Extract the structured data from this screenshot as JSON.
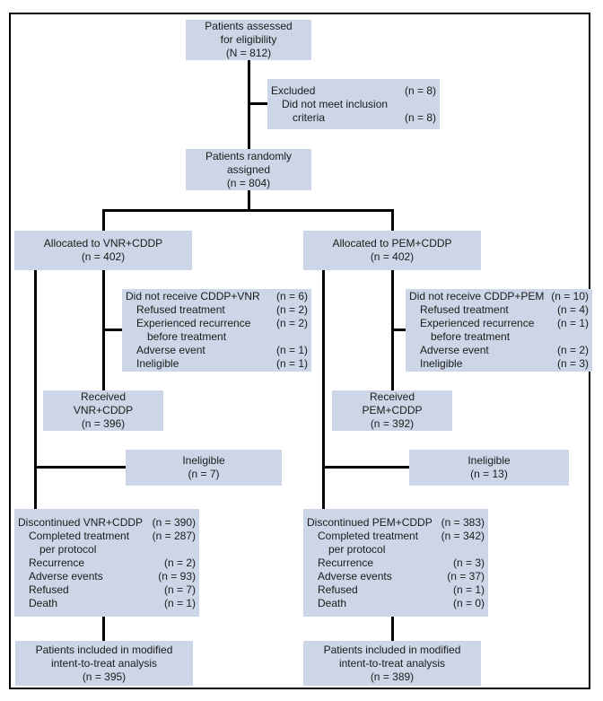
{
  "diagram": {
    "title": "CONSORT patient flow diagram",
    "box_fill": "#ccd6e6",
    "line_color": "#000000",
    "text_color": "#1b1b1b"
  },
  "boxes": {
    "assessed": {
      "lines": [
        "Patients assessed",
        "for eligibility",
        "(N = 812)"
      ]
    },
    "excluded": {
      "rows": [
        {
          "label": "Excluded",
          "count": "(n = 8)"
        },
        {
          "label": "Did not meet inclusion",
          "count": ""
        },
        {
          "label": "criteria",
          "count": "(n = 8)"
        }
      ]
    },
    "randomized": {
      "lines": [
        "Patients randomly",
        "assigned",
        "(n = 804)"
      ]
    },
    "alloc_left": {
      "lines": [
        "Allocated to VNR+CDDP",
        "(n = 402)"
      ]
    },
    "alloc_right": {
      "lines": [
        "Allocated to PEM+CDDP",
        "(n = 402)"
      ]
    },
    "notreceived_left": {
      "rows": [
        {
          "label": "Did not receive CDDP+VNR",
          "count": "(n = 6)"
        },
        {
          "label": "Refused treatment",
          "count": "(n = 2)"
        },
        {
          "label": "Experienced recurrence",
          "count": "(n = 2)"
        },
        {
          "label": "before treatment",
          "count": ""
        },
        {
          "label": "Adverse event",
          "count": "(n = 1)"
        },
        {
          "label": "Ineligible",
          "count": "(n = 1)"
        }
      ]
    },
    "notreceived_right": {
      "rows": [
        {
          "label": "Did not receive CDDP+PEM",
          "count": "(n = 10)"
        },
        {
          "label": "Refused treatment",
          "count": "(n = 4)"
        },
        {
          "label": "Experienced recurrence",
          "count": "(n = 1)"
        },
        {
          "label": "before treatment",
          "count": ""
        },
        {
          "label": "Adverse event",
          "count": "(n = 2)"
        },
        {
          "label": "Ineligible",
          "count": "(n = 3)"
        }
      ]
    },
    "received_left": {
      "lines": [
        "Received",
        "VNR+CDDP",
        "(n = 396)"
      ]
    },
    "received_right": {
      "lines": [
        "Received",
        "PEM+CDDP",
        "(n = 392)"
      ]
    },
    "ineligible_left": {
      "lines": [
        "Ineligible",
        "(n = 7)"
      ]
    },
    "ineligible_right": {
      "lines": [
        "Ineligible",
        "(n = 13)"
      ]
    },
    "discontinued_left": {
      "rows": [
        {
          "label": "Discontinued VNR+CDDP",
          "count": "(n = 390)"
        },
        {
          "label": "Completed treatment",
          "count": "(n = 287)"
        },
        {
          "label": "per protocol",
          "count": ""
        },
        {
          "label": "Recurrence",
          "count": "(n = 2)"
        },
        {
          "label": "Adverse events",
          "count": "(n = 93)"
        },
        {
          "label": "Refused",
          "count": "(n = 7)"
        },
        {
          "label": "Death",
          "count": "(n = 1)"
        }
      ]
    },
    "discontinued_right": {
      "rows": [
        {
          "label": "Discontinued PEM+CDDP",
          "count": "(n = 383)"
        },
        {
          "label": "Completed treatment",
          "count": "(n = 342)"
        },
        {
          "label": "per protocol",
          "count": ""
        },
        {
          "label": "Recurrence",
          "count": "(n = 3)"
        },
        {
          "label": "Adverse events",
          "count": "(n = 37)"
        },
        {
          "label": "Refused",
          "count": "(n = 1)"
        },
        {
          "label": "Death",
          "count": "(n = 0)"
        }
      ]
    },
    "itt_left": {
      "lines": [
        "Patients included in modified",
        "intent-to-treat analysis",
        "(n = 395)"
      ]
    },
    "itt_right": {
      "lines": [
        "Patients included in modified",
        "intent-to-treat analysis",
        "(n = 389)"
      ]
    }
  }
}
